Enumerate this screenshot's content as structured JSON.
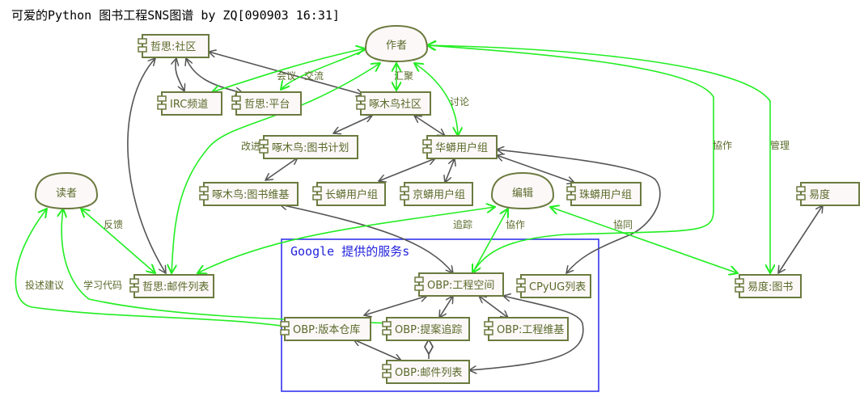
{
  "title": "可爱的Python 图书工程SNS图谱 by ZQ[090903 16:31]",
  "colors": {
    "component_border": "#6b7a3f",
    "component_fill": "#fcf8f8",
    "text": "#5a6a2a",
    "relation_gray": "#555555",
    "relation_green": "#22ee22",
    "package_border": "#3333ee"
  },
  "package": {
    "title": "Google 提供的服务s"
  },
  "actors": {
    "author": "作者",
    "reader": "读者",
    "editor": "编辑"
  },
  "components": {
    "zeuux_community": "哲思:社区",
    "irc_channel": "IRC频道",
    "zeuux_platform": "哲思:平台",
    "woodpecker_community": "啄木鸟社区",
    "woodpecker_book_plan": "啄木鸟:图书计划",
    "huamang_group": "华蟒用户组",
    "woodpecker_book_wiki": "啄木鸟:图书维基",
    "changmang_group": "长蟒用户组",
    "jingmang_group": "京蟒用户组",
    "zhumang_group": "珠蟒用户组",
    "yidu": "易度",
    "yidu_book": "易度:图书",
    "zeuux_mailing_list": "哲思:邮件列表",
    "obp_workspace": "OBP:工程空间",
    "cpyug_list": "CPyUG列表",
    "obp_repo": "OBP:版本仓库",
    "obp_issue_tracker": "OBP:提案追踪",
    "obp_project_wiki": "OBP:工程维基",
    "obp_mailing_list": "OBP:邮件列表"
  },
  "labels": {
    "meeting": "会议",
    "exchange": "交流",
    "gather": "汇聚",
    "discuss": "讨论",
    "improve": "改进",
    "collab1": "協作",
    "manage": "管理",
    "feedback": "反馈",
    "track": "追踪",
    "collab2": "協作",
    "cooperate": "協同",
    "suggest": "投述建议",
    "learn_code": "学习代码"
  }
}
